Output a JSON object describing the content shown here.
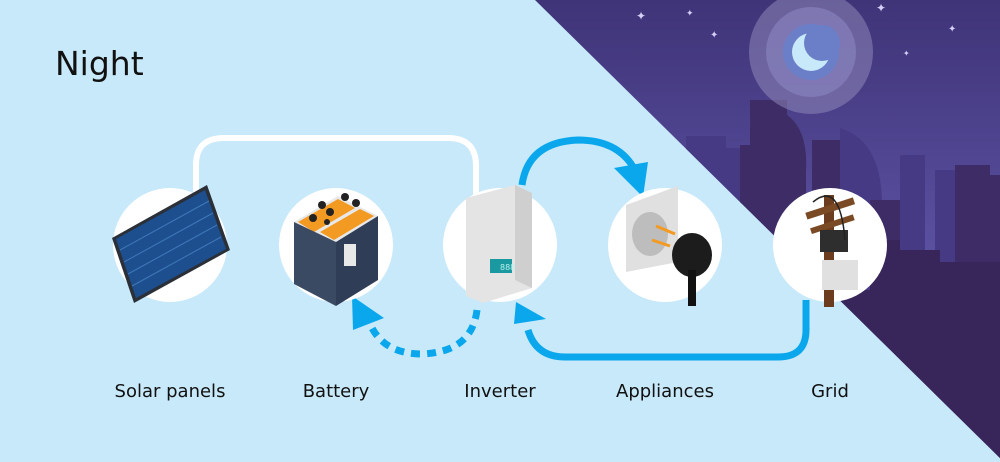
{
  "title": "Night",
  "nodes": [
    {
      "id": "solar",
      "label": "Solar panels",
      "icon": "solar-panel-icon"
    },
    {
      "id": "battery",
      "label": "Battery",
      "icon": "battery-icon"
    },
    {
      "id": "inverter",
      "label": "Inverter",
      "icon": "inverter-icon"
    },
    {
      "id": "appliances",
      "label": "Appliances",
      "icon": "power-plug-icon"
    },
    {
      "id": "grid",
      "label": "Grid",
      "icon": "utility-pole-icon"
    }
  ],
  "colors": {
    "background": "#c8e9f9",
    "night_sky": "#4b3f87",
    "flow_active": "#0aa7ec",
    "flow_inactive": "#ffffff"
  }
}
